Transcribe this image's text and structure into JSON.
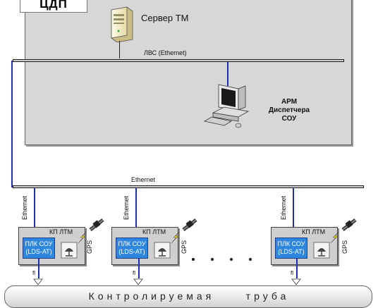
{
  "cdp": {
    "title": "ЦДП"
  },
  "server": {
    "label": "Сервер ТМ"
  },
  "lan": {
    "label": "ЛВС  (Ethernet)"
  },
  "arm": {
    "line1": "АРМ",
    "line2": "Диспетчера",
    "line3": "СОУ"
  },
  "ethernet_bus": {
    "label": "Ethernet"
  },
  "kp_units": [
    {
      "vertical_label": "Ethernet",
      "kp_label": "КП ЛТМ",
      "plc_line1": "ПЛК СОУ",
      "plc_line2": "(LDS-AT)",
      "gps_label": "GPS",
      "sensor_label": "fl"
    },
    {
      "vertical_label": "Ethernet",
      "kp_label": "КП ЛТМ",
      "plc_line1": "ПЛК СОУ",
      "plc_line2": "(LDS-AT)",
      "gps_label": "GPS",
      "sensor_label": "fl"
    },
    {
      "vertical_label": "Ethernet",
      "kp_label": "КП ЛТМ",
      "plc_line1": "ПЛК СОУ",
      "plc_line2": "(LDS-AT)",
      "gps_label": "GPS",
      "sensor_label": "fl"
    }
  ],
  "pipe": {
    "label": "Контролируемая     труба"
  },
  "icons": {
    "server": "server-tower-icon",
    "workstation": "computer-workstation-icon",
    "satellite": "satellite-icon",
    "gps_antenna": "gps-antenna-icon",
    "lightning": "lightning-icon",
    "sensor": "sensor-arrow-icon"
  },
  "colors": {
    "ethernet_link": "#1f2fb0",
    "plc": "#2e86de",
    "cdp_background": "#d7d7d7",
    "kp_background": "#cfcfcf"
  }
}
